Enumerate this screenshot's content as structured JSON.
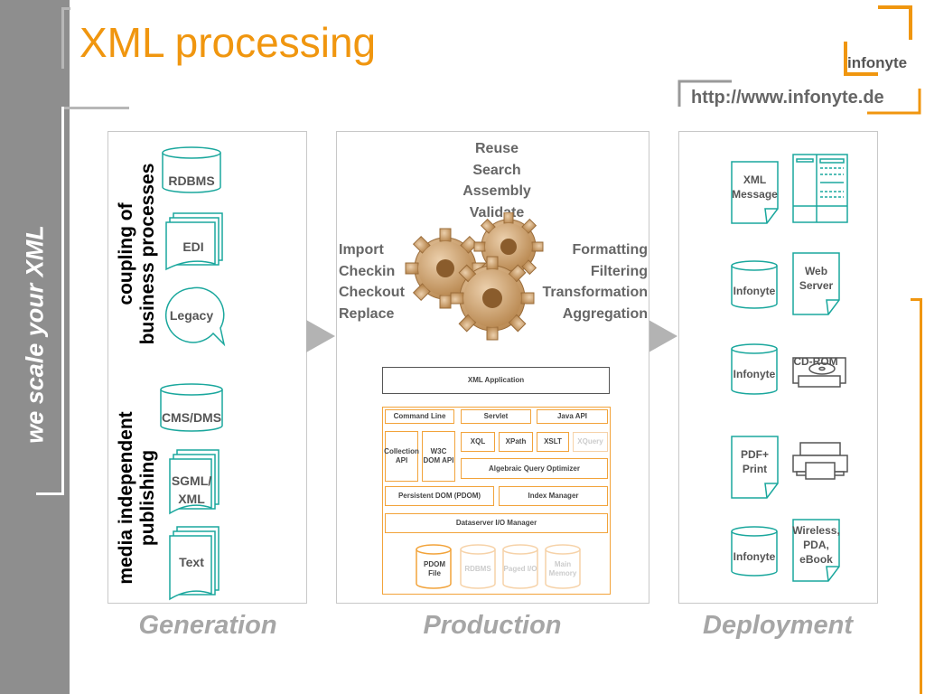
{
  "header": {
    "title": "XML processing",
    "logo_text": "infonyte",
    "url": "http://www.infonyte.de"
  },
  "sidebar": {
    "slogan": "we scale your XML"
  },
  "generation": {
    "caption": "Generation",
    "label_top": [
      "coupling of",
      "business processes"
    ],
    "label_bottom": [
      "media independent",
      "publishing"
    ],
    "items": [
      {
        "label": "RDBMS",
        "shape": "cylinder"
      },
      {
        "label": "EDI",
        "shape": "doc-stack"
      },
      {
        "label": "Legacy",
        "shape": "speech-bubble"
      },
      {
        "label": "CMS/DMS",
        "shape": "cylinder"
      },
      {
        "label": "SGML/ XML",
        "shape": "doc-stack"
      },
      {
        "label": "Text",
        "shape": "doc-stack"
      }
    ]
  },
  "production": {
    "caption": "Production",
    "top_ops": [
      "Reuse",
      "Search",
      "Assembly",
      "Validate"
    ],
    "left_ops": [
      "Import",
      "Checkin",
      "Checkout",
      "Replace"
    ],
    "right_ops": [
      "Formatting",
      "Filtering",
      "Transformation",
      "Aggregation"
    ],
    "architecture": {
      "app": "XML Application",
      "apis": [
        "Command Line",
        "Servlet",
        "Java API"
      ],
      "collection_api": "Collection API",
      "w3c_dom_api": "W3C DOM API",
      "query_langs": [
        "XQL",
        "XPath",
        "XSLT",
        "XQuery"
      ],
      "optimizer": "Algebraic Query Optimizer",
      "pdom": "Persistent DOM (PDOM)",
      "index_manager": "Index Manager",
      "io_manager": "Dataserver I/O Manager",
      "storage": [
        "PDOM File",
        "RDBMS",
        "Paged I/O",
        "Main Memory"
      ]
    },
    "colors": {
      "accent": "#f2a33a",
      "gear": "#d2ab7d"
    }
  },
  "deployment": {
    "caption": "Deployment",
    "items": [
      {
        "label": "XML Message",
        "shape": "document"
      },
      {
        "label": "",
        "shape": "server-rack-icon"
      },
      {
        "label": "Infonyte",
        "shape": "cylinder"
      },
      {
        "label": "Web Server",
        "shape": "document"
      },
      {
        "label": "Infonyte",
        "shape": "cylinder"
      },
      {
        "label": "CD-ROM",
        "shape": "cd-drive-icon"
      },
      {
        "label": "PDF+ Print",
        "shape": "document"
      },
      {
        "label": "",
        "shape": "printer-icon"
      },
      {
        "label": "Infonyte",
        "shape": "cylinder"
      },
      {
        "label": "Wireless, PDA, eBook",
        "shape": "document"
      }
    ]
  }
}
